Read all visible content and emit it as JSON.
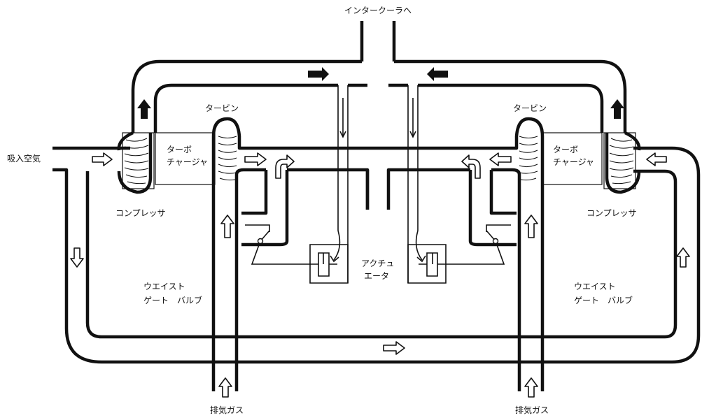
{
  "labels": {
    "intercooler": "インタークーラへ",
    "intake_air": "吸入空気",
    "turbine_left": "タービン",
    "turbine_right": "タービン",
    "turbo_left_1": "ターボ",
    "turbo_left_2": "チャージャ",
    "turbo_right_1": "ターボ",
    "turbo_right_2": "チャージャ",
    "compressor_left": "コンプレッサ",
    "compressor_right": "コンプレッサ",
    "actuator_1": "アクチュ",
    "actuator_2": "エータ",
    "wastegate_left_1": "ウエイスト",
    "wastegate_left_2": "ゲート　バルブ",
    "wastegate_right_1": "ウエイスト",
    "wastegate_right_2": "ゲート　バルブ",
    "exhaust_left": "排気ガス",
    "exhaust_right": "排気ガス"
  }
}
